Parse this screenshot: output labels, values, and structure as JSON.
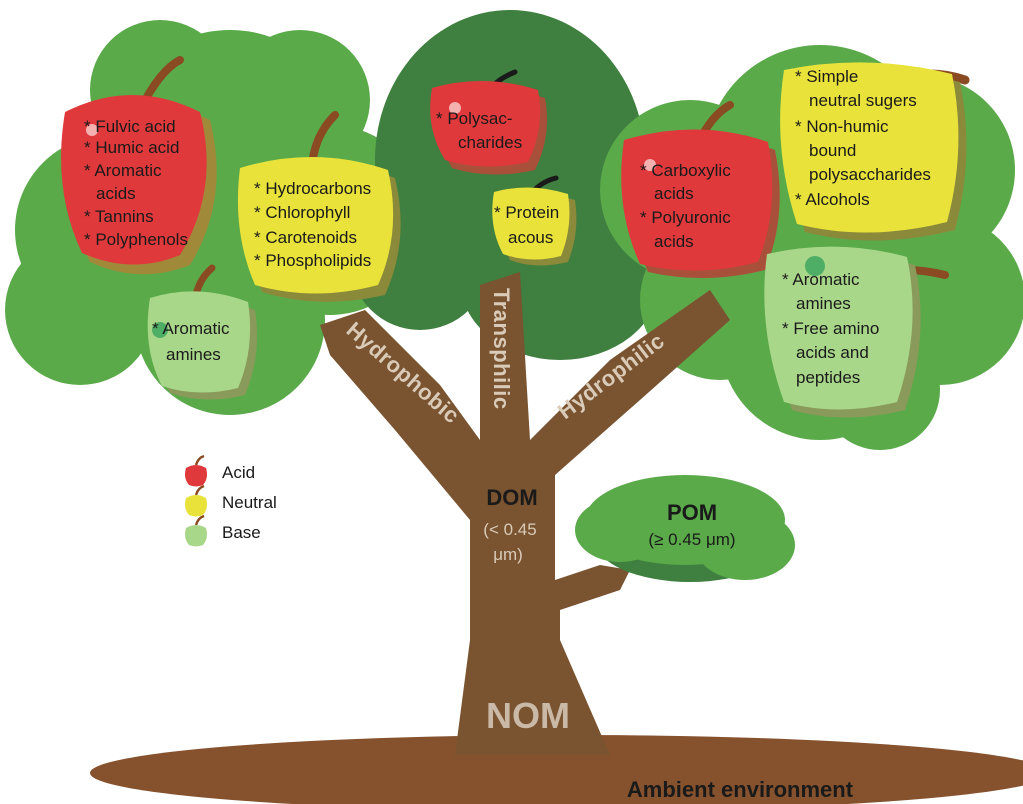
{
  "colors": {
    "canopy_light": "#5aaa4a",
    "canopy_dark": "#3f7f3f",
    "trunk": "#7a5330",
    "ground": "#86522e",
    "acid": "#e0393c",
    "neutral": "#e8e23a",
    "base": "#a9d78a",
    "stem": "#8a4a22"
  },
  "branches": {
    "hydrophobic": "Hydrophobic",
    "transphilic": "Transphilic",
    "hydrophilic": "Hydrophilic"
  },
  "trunk": {
    "dom_title": "DOM",
    "dom_size_1": "(< 0.45",
    "dom_size_2": "μm)",
    "nom": "NOM"
  },
  "pom": {
    "title": "POM",
    "size": "(≥ 0.45 μm)"
  },
  "ground": {
    "label": "Ambient environment"
  },
  "legend": [
    {
      "label": "Acid",
      "icon": "red-apple-icon"
    },
    {
      "label": "Neutral",
      "icon": "yellow-apple-icon"
    },
    {
      "label": "Base",
      "icon": "green-apple-icon"
    }
  ],
  "fruits": {
    "acid_left": [
      "* Fulvic acid",
      "* Humic acid",
      "* Aromatic",
      "acids",
      "* Tannins",
      "* Polyphenols"
    ],
    "neutral_left": [
      "* Hydrocarbons",
      "* Chlorophyll",
      "* Carotenoids",
      "* Phospholipids"
    ],
    "base_left": [
      "* Aromatic",
      "amines"
    ],
    "acid_center": [
      "* Polysac-",
      "charides"
    ],
    "neutral_center": [
      "* Protein",
      "acous"
    ],
    "acid_right": [
      "* Carboxylic",
      "acids",
      "* Polyuronic",
      "acids"
    ],
    "neutral_right": [
      "* Simple",
      "neutral sugers",
      "* Non-humic",
      "bound",
      "polysaccharides",
      "* Alcohols"
    ],
    "base_right": [
      "* Aromatic",
      "amines",
      "* Free amino",
      "acids and",
      "peptides"
    ]
  }
}
